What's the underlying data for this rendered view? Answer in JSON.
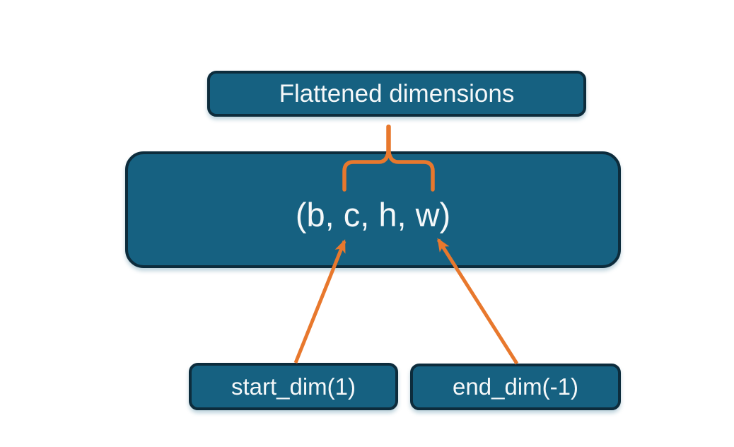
{
  "diagram": {
    "title_box": {
      "label": "Flattened dimensions"
    },
    "tensor_box": {
      "label": "(b, c, h, w)"
    },
    "start_box": {
      "label": "start_dim(1)"
    },
    "end_box": {
      "label": "end_dim(-1)"
    },
    "relationships": {
      "brace": "spans dimensions c, h, w inside (b, c, h, w) and points up to Flattened dimensions",
      "start_arrow": "start_dim(1) points to dimension c",
      "end_arrow": "end_dim(-1) points to dimension w"
    }
  },
  "colors": {
    "box_fill": "#166181",
    "box_border": "#0d2c3c",
    "accent_orange": "#e8782d",
    "text": "#f5f8f9",
    "background": "#ffffff"
  }
}
